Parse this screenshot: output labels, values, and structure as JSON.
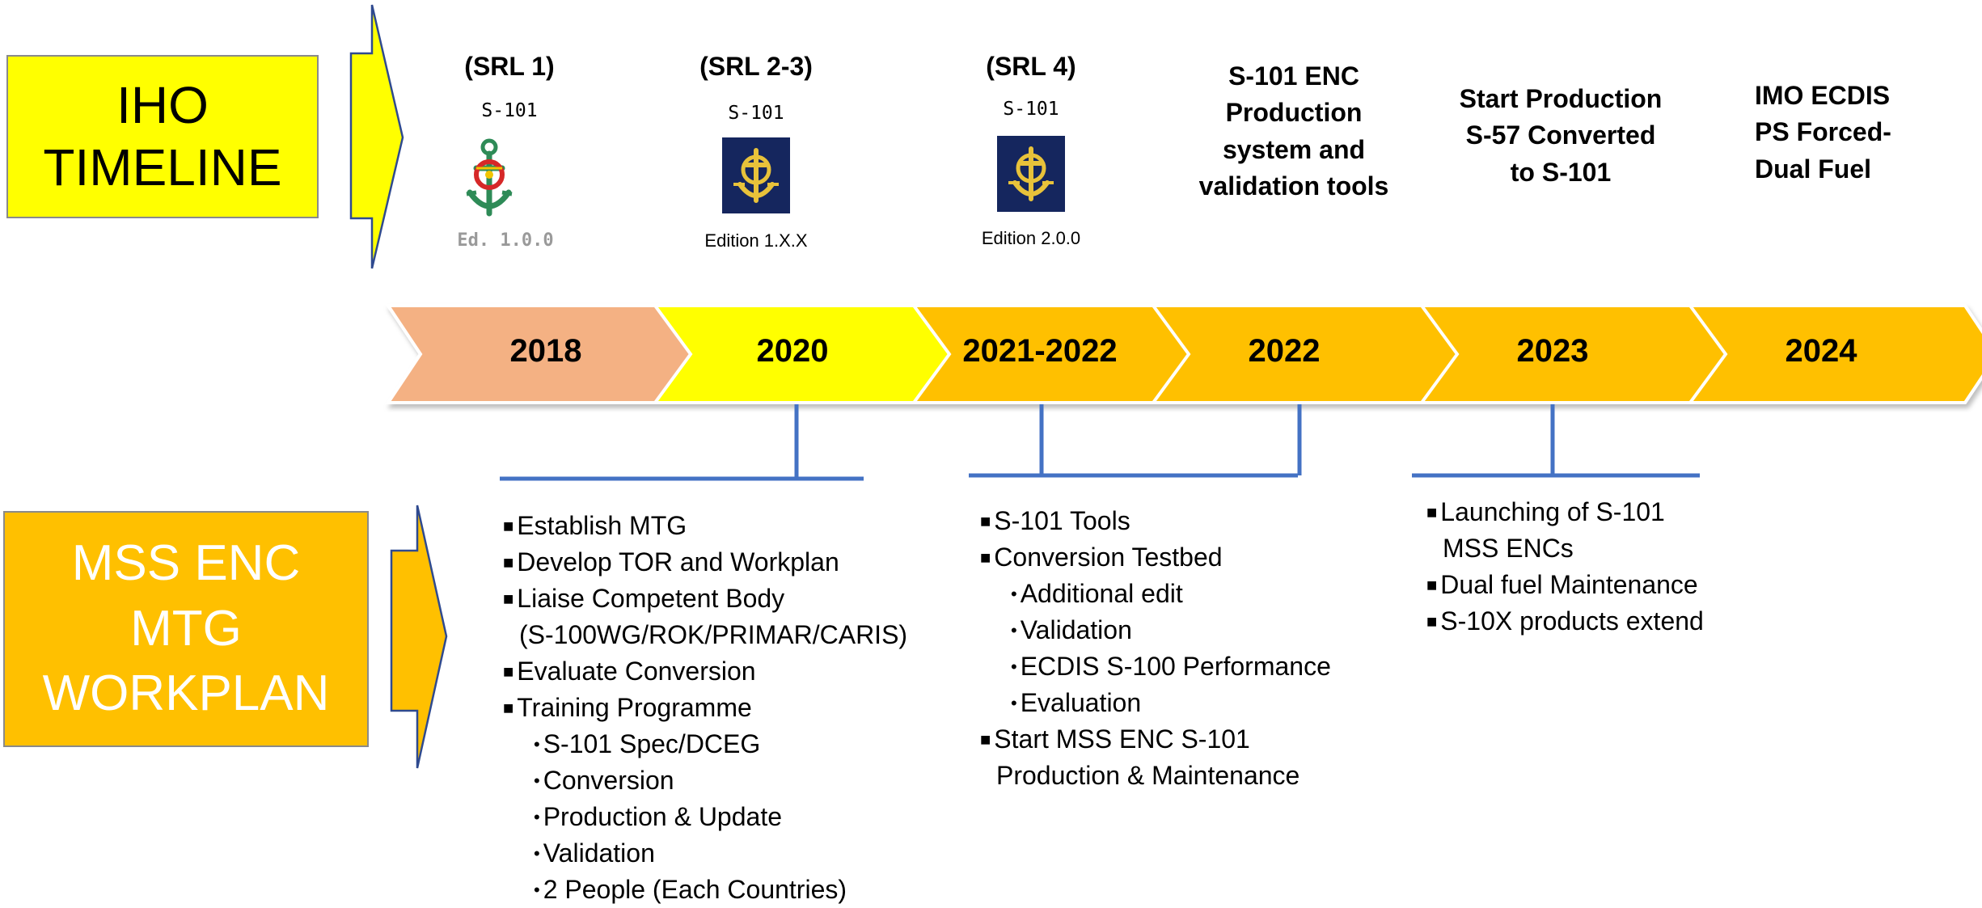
{
  "colors": {
    "yellow": "#ffff00",
    "orange": "#ffc000",
    "salmon": "#f4b183",
    "connector_blue": "#4472c4"
  },
  "left_boxes": {
    "iho_line1": "IHO",
    "iho_line2": "TIMELINE",
    "mss_line1": "MSS ENC",
    "mss_line2": "MTG",
    "mss_line3": "WORKPLAN"
  },
  "milestones": [
    {
      "heading": "(SRL 1)",
      "code": "S-101",
      "icon": "iho-anchor-color-logo",
      "edition": "Ed. 1.0.0"
    },
    {
      "heading": "(SRL 2-3)",
      "code": "S-101",
      "icon": "iho-anchor-navy-logo",
      "edition": "Edition 1.X.X"
    },
    {
      "heading": "(SRL 4)",
      "code": "S-101",
      "icon": "iho-anchor-navy-logo",
      "edition": "Edition 2.0.0"
    },
    {
      "lines": [
        "S-101 ENC",
        "Production",
        "system and",
        "validation tools"
      ]
    },
    {
      "lines": [
        "Start Production",
        "S-57 Converted",
        "to S-101"
      ]
    },
    {
      "lines": [
        "IMO ECDIS",
        "PS  Forced-",
        "Dual Fuel"
      ]
    }
  ],
  "years": [
    "2018",
    "2020",
    "2021-2022",
    "2022",
    "2023",
    "2024"
  ],
  "workplan": {
    "col1": [
      {
        "b": "sq",
        "t": "Establish MTG"
      },
      {
        "b": "sq",
        "t": "Develop TOR and Workplan"
      },
      {
        "b": "sq",
        "t": "Liaise Competent Body"
      },
      {
        "b": "cont",
        "t": "(S-100WG/ROK/PRIMAR/CARIS)"
      },
      {
        "b": "sq",
        "t": "Evaluate Conversion"
      },
      {
        "b": "sq",
        "t": "Training Programme"
      },
      {
        "b": "dot",
        "t": "S-101 Spec/DCEG"
      },
      {
        "b": "dot",
        "t": "Conversion"
      },
      {
        "b": "dot",
        "t": "Production & Update"
      },
      {
        "b": "dot",
        "t": "Validation"
      },
      {
        "b": "dot",
        "t": "2 People (Each Countries)"
      }
    ],
    "col2": [
      {
        "b": "sq",
        "t": "S-101 Tools"
      },
      {
        "b": "sq",
        "t": "Conversion Testbed"
      },
      {
        "b": "dot",
        "t": "Additional edit"
      },
      {
        "b": "dot",
        "t": "Validation"
      },
      {
        "b": "dot",
        "t": "ECDIS S-100 Performance"
      },
      {
        "b": "dot",
        "t": "Evaluation"
      },
      {
        "b": "sq",
        "t": "Start MSS ENC S-101"
      },
      {
        "b": "cont",
        "t": "Production & Maintenance"
      }
    ],
    "col3": [
      {
        "b": "sq",
        "t": "Launching of  S-101"
      },
      {
        "b": "cont",
        "t": "MSS ENCs"
      },
      {
        "b": "sq",
        "t": "Dual fuel Maintenance"
      },
      {
        "b": "sq",
        "t": "S-10X products extend"
      }
    ]
  }
}
